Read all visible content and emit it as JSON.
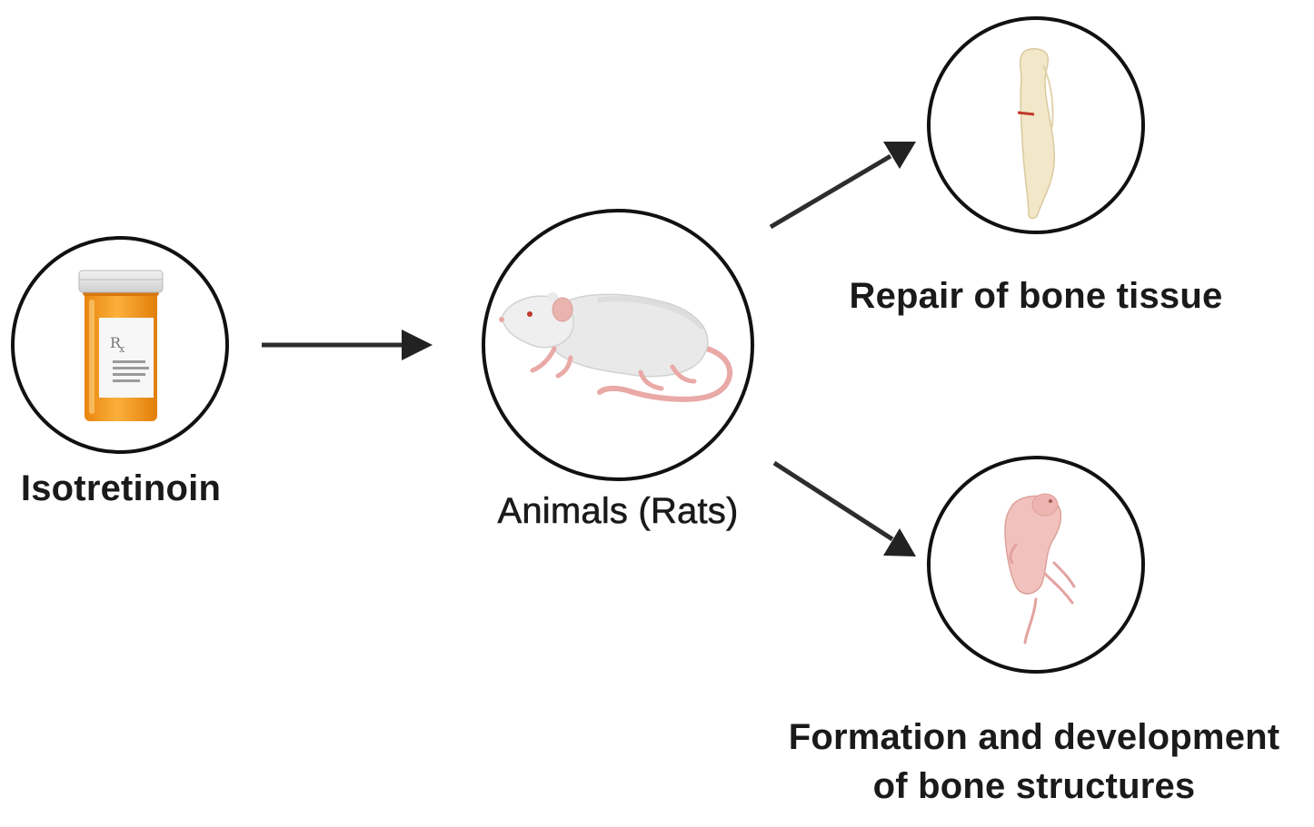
{
  "nodes": {
    "drug": {
      "label": "Isotretinoin",
      "icon": "pill-bottle-icon"
    },
    "animals": {
      "label": "Animals (Rats)",
      "icon": "rat-icon"
    },
    "repair": {
      "label": "Repair of bone tissue",
      "icon": "broken-bone-icon"
    },
    "formation": {
      "label_line1": "Formation and development",
      "label_line2": "of bone structures",
      "icon": "rat-pup-icon"
    }
  },
  "edges": [
    {
      "from": "drug",
      "to": "animals"
    },
    {
      "from": "animals",
      "to": "repair"
    },
    {
      "from": "animals",
      "to": "formation"
    }
  ],
  "colors": {
    "circle_stroke": "#111111",
    "arrow": "#222222",
    "text": "#1a1a1a",
    "bottle_orange": "#f59a1f",
    "rat_body": "#e6e6e6",
    "rat_pink": "#e9a9a6",
    "bone": "#f3e7c9"
  }
}
